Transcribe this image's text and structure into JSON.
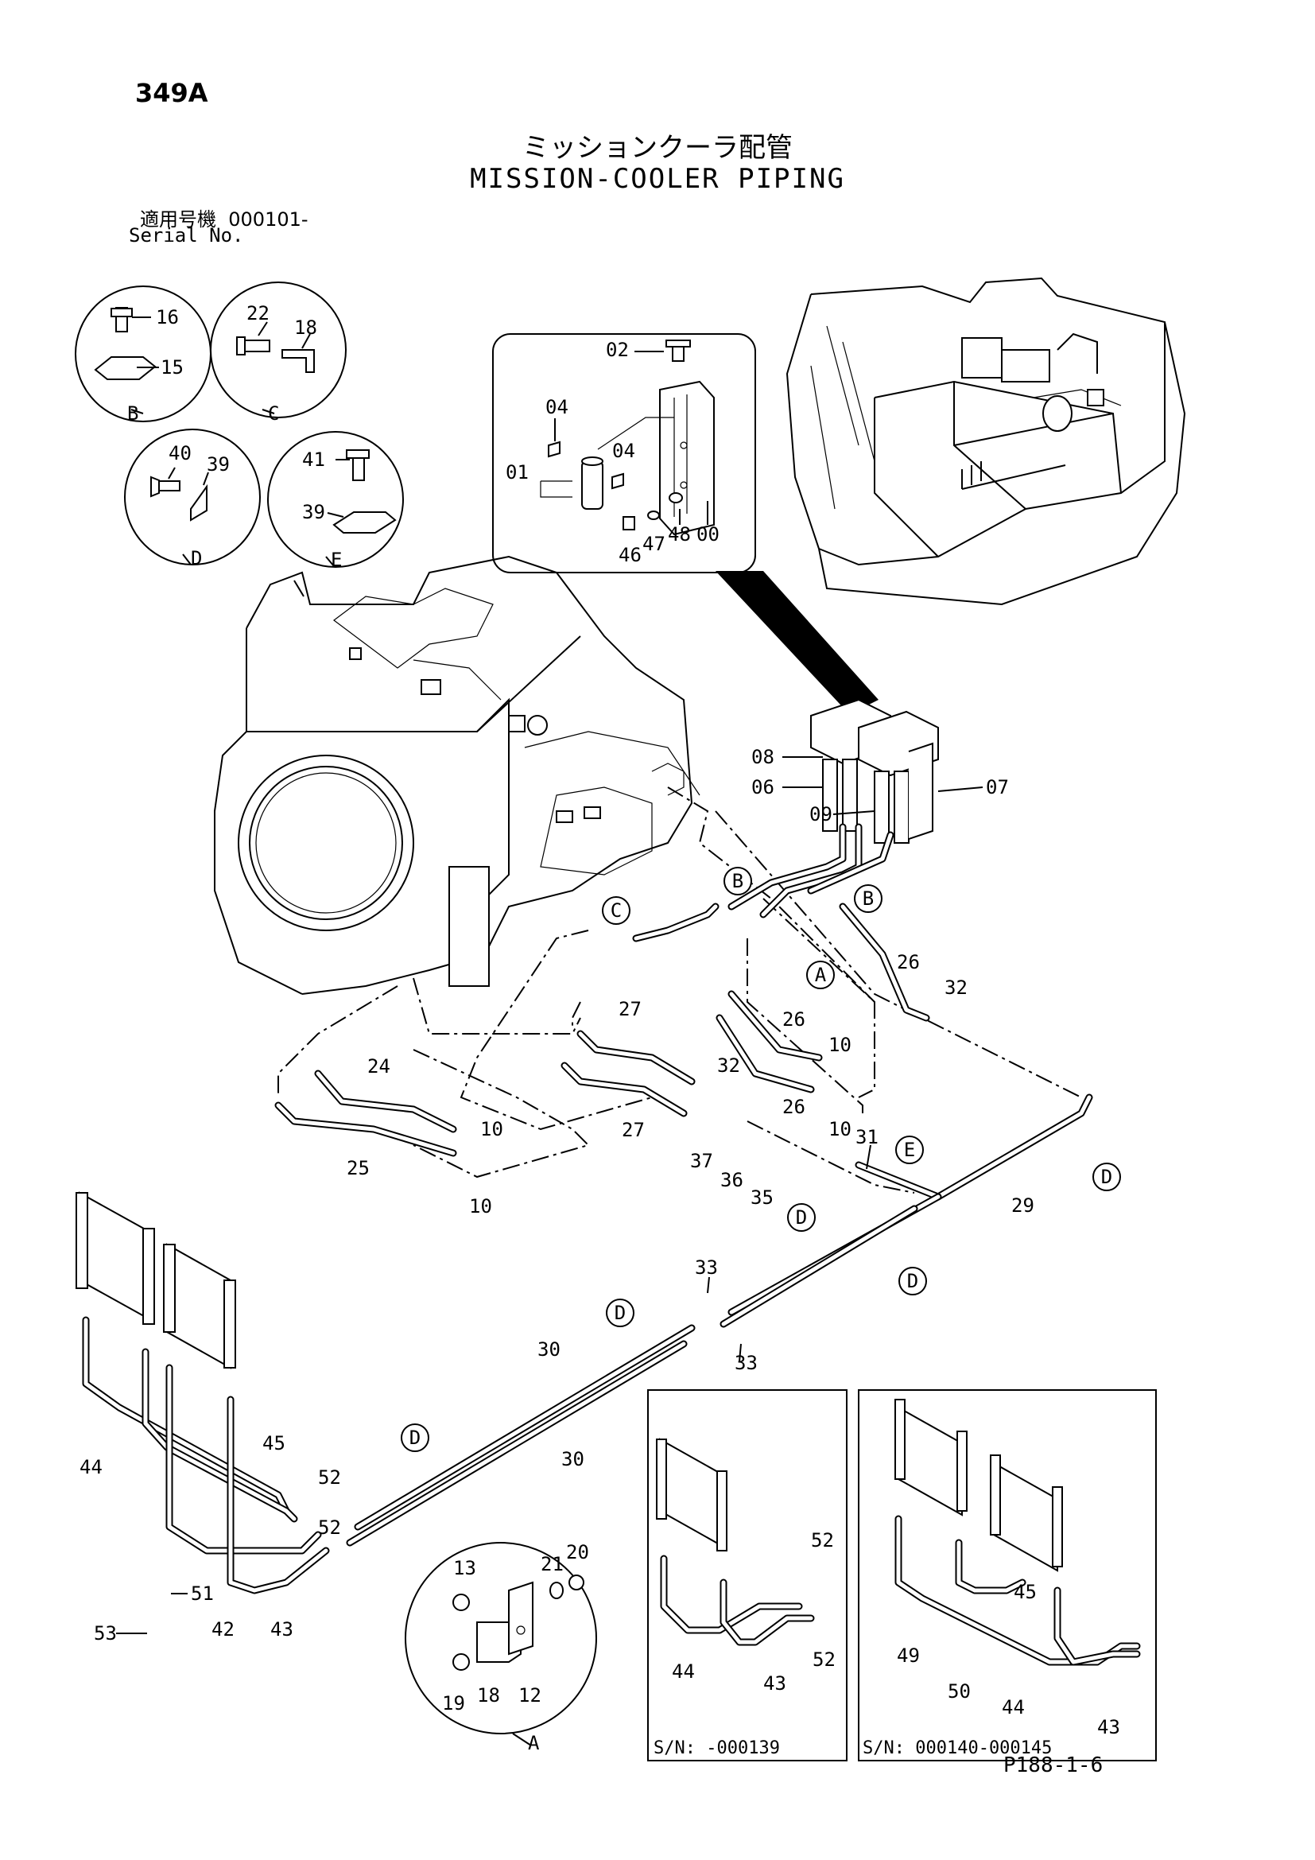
{
  "page_number": "349A",
  "title_jp": "ミッションクーラ配管",
  "title_en": "MISSION-COOLER PIPING",
  "serial": {
    "label_jp": "適用号機",
    "value": "000101-",
    "label_en": "Serial No."
  },
  "footer_ref": "P188-1-6",
  "details": {
    "B": {
      "letter": "B",
      "parts": [
        "16",
        "15"
      ]
    },
    "C": {
      "letter": "C",
      "parts": [
        "22",
        "18"
      ]
    },
    "D": {
      "letter": "D",
      "parts": [
        "40",
        "39"
      ]
    },
    "E": {
      "letter": "E",
      "parts": [
        "41",
        "39"
      ]
    },
    "A": {
      "letter": "A",
      "parts": [
        "13",
        "21",
        "20",
        "19",
        "18",
        "12"
      ]
    }
  },
  "filter_inset": {
    "parts": [
      "02",
      "04",
      "04",
      "01",
      "46",
      "47",
      "48",
      "00"
    ]
  },
  "main_parts": [
    "08",
    "06",
    "09",
    "07",
    "26",
    "32",
    "27",
    "26",
    "10",
    "32",
    "26",
    "10",
    "24",
    "27",
    "10",
    "25",
    "10",
    "37",
    "36",
    "35",
    "31",
    "29",
    "33",
    "33",
    "30",
    "30",
    "45",
    "44",
    "52",
    "52",
    "51",
    "53",
    "42",
    "43"
  ],
  "callouts": [
    "B",
    "B",
    "C",
    "A",
    "E",
    "D",
    "D",
    "D",
    "D",
    "D"
  ],
  "inset_1": {
    "serial": "S/N: -000139",
    "parts": [
      "52",
      "52",
      "44",
      "43"
    ]
  },
  "inset_2": {
    "serial": "S/N: 000140-000145",
    "parts": [
      "45",
      "49",
      "50",
      "44",
      "43"
    ]
  }
}
